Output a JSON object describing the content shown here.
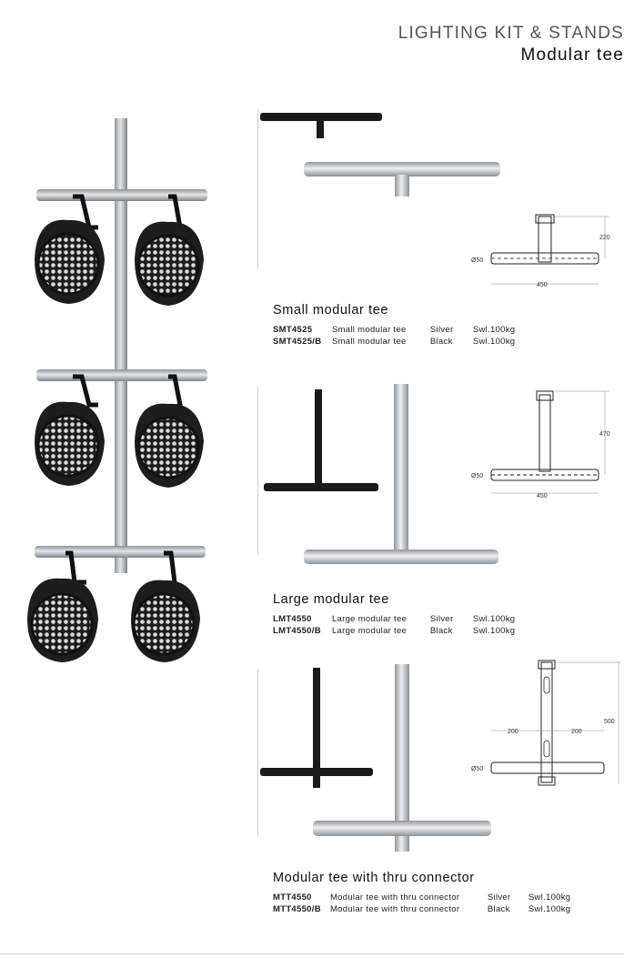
{
  "header": {
    "category": "LIGHTING KIT & STANDS",
    "title": "Modular tee"
  },
  "sections": [
    {
      "title": "Small modular tee",
      "dims": {
        "diameter": "Ø50",
        "height": "220",
        "width": "450"
      },
      "rows": [
        {
          "code": "SMT4525",
          "desc": "Small modular tee",
          "color": "Silver",
          "swl": "Swl.100kg"
        },
        {
          "code": "SMT4525/B",
          "desc": "Small modular tee",
          "color": "Black",
          "swl": "Swl.100kg"
        }
      ]
    },
    {
      "title": "Large modular tee",
      "dims": {
        "diameter": "Ø50",
        "height": "470",
        "width": "450"
      },
      "rows": [
        {
          "code": "LMT4550",
          "desc": "Large modular tee",
          "color": "Silver",
          "swl": "Swl.100kg"
        },
        {
          "code": "LMT4550/B",
          "desc": "Large modular tee",
          "color": "Black",
          "swl": "Swl.100kg"
        }
      ]
    },
    {
      "title": "Modular tee with thru connector",
      "dims": {
        "diameter": "Ø50",
        "height": "500",
        "left": "200",
        "right": "200"
      },
      "rows": [
        {
          "code": "MTT4550",
          "desc": "Modular tee with thru connector",
          "color": "Silver",
          "swl": "Swl.100kg"
        },
        {
          "code": "MTT4550/B",
          "desc": "Modular tee with thru connector",
          "color": "Black",
          "swl": "Swl.100kg"
        }
      ]
    }
  ],
  "colors": {
    "silver": "#b9bfc4",
    "black": "#1a1a1a",
    "drawing_blue": "#3a3f8f"
  }
}
